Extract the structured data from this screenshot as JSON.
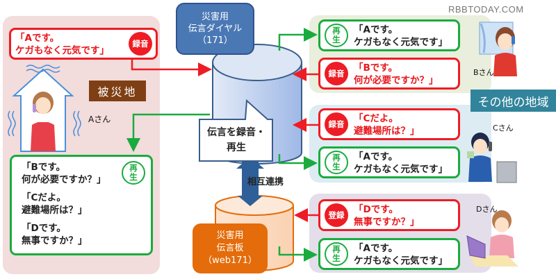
{
  "watermark": "RBBTODAY.COM",
  "disaster_area": {
    "label": "被災地",
    "person": "Aさん",
    "record_message": {
      "badge": "録音",
      "text": "「Aです。\nケガもなく元気です」"
    },
    "play_messages": {
      "badge": "再\n生",
      "items": [
        "「Bです。\n何が必要ですか？」",
        "「Cだよ。\n避難場所は？」",
        "「Dです。\n無事ですか？」"
      ]
    }
  },
  "center": {
    "dial_service": {
      "label": "災害用\n伝言ダイヤル\n（171）"
    },
    "callout": "伝言を録音・\n再生",
    "link_label": "相互連携",
    "board_service": {
      "label": "災害用\n伝言板\n（web171）"
    }
  },
  "other_areas": {
    "label": "その他の地域",
    "persons": [
      {
        "name": "Bさん",
        "messages": [
          {
            "type": "play",
            "badge": "再\n生",
            "text": "「Aです。\nケガもなく元気です」"
          },
          {
            "type": "record",
            "badge": "録音",
            "text": "「Bです。\n何が必要ですか？」"
          }
        ]
      },
      {
        "name": "Cさん",
        "messages": [
          {
            "type": "record",
            "badge": "録音",
            "text": "「Cだよ。\n避難場所は？」"
          },
          {
            "type": "play",
            "badge": "再\n生",
            "text": "「Aです。\nケガもなく元気です」"
          }
        ]
      },
      {
        "name": "Dさん",
        "messages": [
          {
            "type": "record",
            "badge": "登録",
            "text": "「Dです。\n無事ですか？」"
          },
          {
            "type": "play",
            "badge": "再\n生",
            "text": "「Aです。\nケガもなく元気です」"
          }
        ]
      }
    ]
  },
  "colors": {
    "record": "#ee1c24",
    "play": "#1aab3e",
    "dial_blue": "#4a78b5",
    "board_orange": "#e46c0a",
    "disaster_label_bg": "#7f3f14",
    "other_label_bg": "#31849b"
  }
}
